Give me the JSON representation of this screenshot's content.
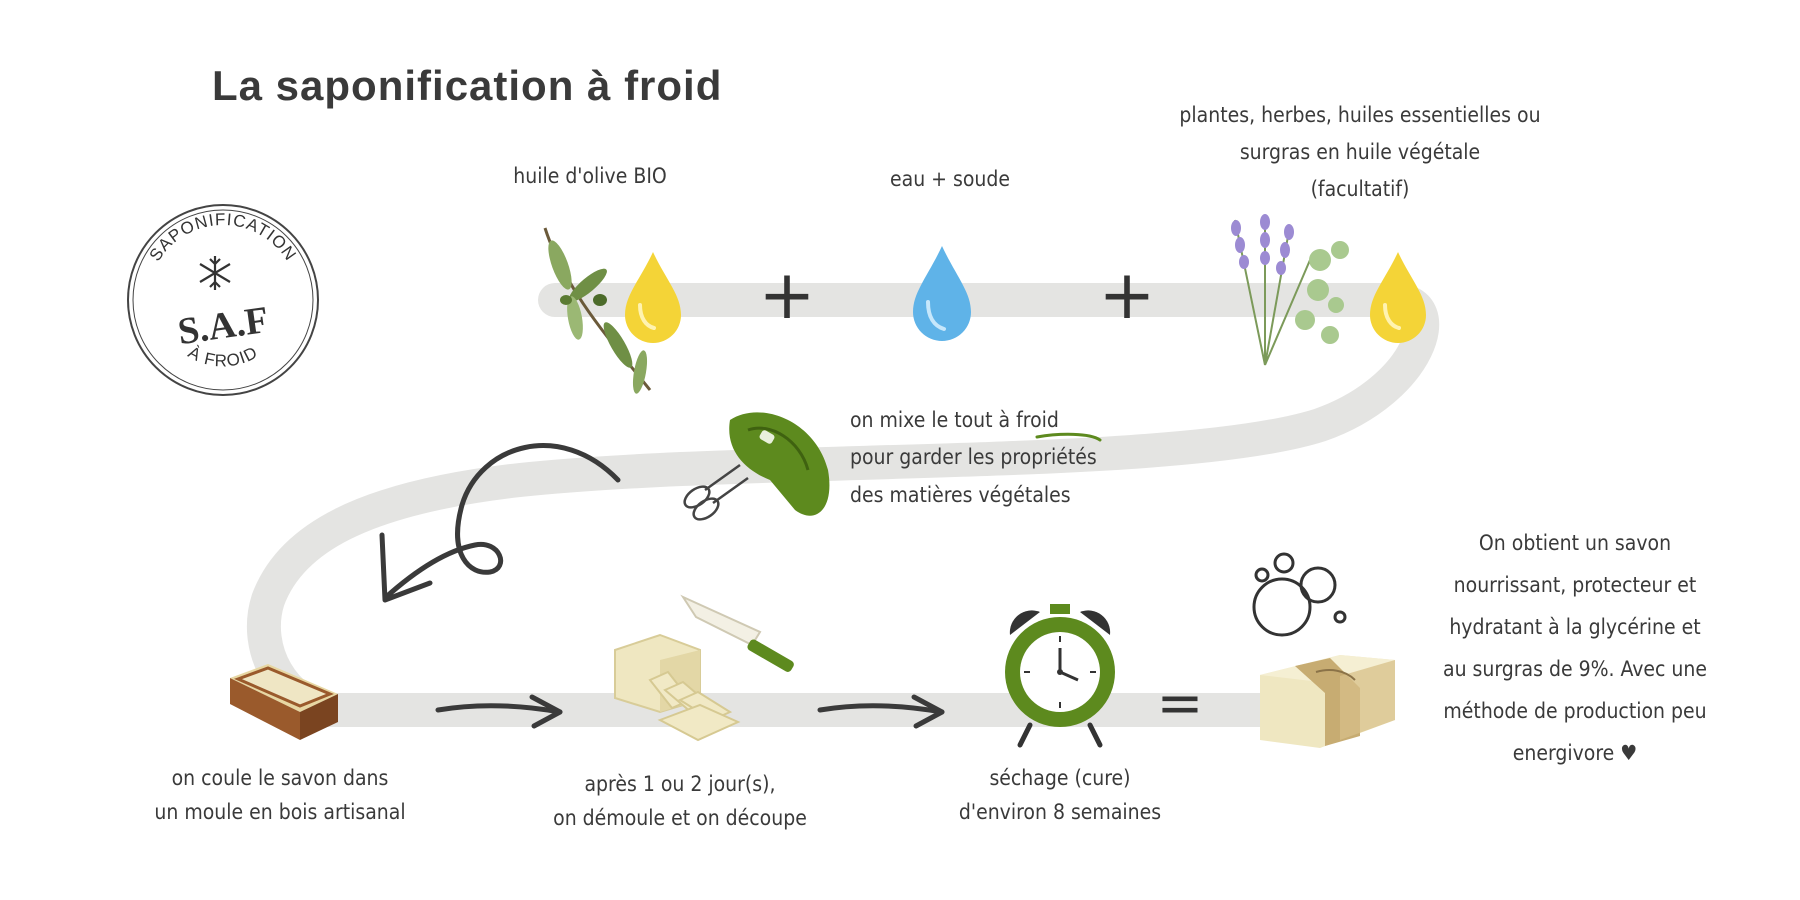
{
  "title": "La saponification à froid",
  "stamp": {
    "arc_top": "SAPONIFICATION",
    "center": "S.A.F",
    "arc_bottom": "À FROID"
  },
  "ingredients": {
    "olive_label": "huile d'olive BIO",
    "water_label": "eau + soude",
    "plants_lines": [
      "plantes, herbes, huiles essentielles ou",
      "surgras en huile végétale",
      "(facultatif)"
    ],
    "plus": "+"
  },
  "mix_step": {
    "lines": [
      "on mixe le tout à froid",
      "pour garder les propriétés",
      "des matières végétales"
    ],
    "emphasis_word": "froid"
  },
  "steps": {
    "mould_lines": [
      "on coule le savon dans",
      "un moule en bois artisanal"
    ],
    "cut_lines": [
      "après 1 ou 2 jour(s),",
      "on démoule et on découpe"
    ],
    "cure_lines": [
      "séchage (cure)",
      "d'environ 8 semaines"
    ],
    "equals": "="
  },
  "result": {
    "lines": [
      "On obtient un savon",
      "nourrissant, protecteur et",
      "hydratant à la glycérine et",
      "au surgras de 9%. Avec une",
      "méthode de production peu",
      "energivore ♥"
    ]
  },
  "colors": {
    "path": "#e4e4e2",
    "green": "#5d8a1e",
    "oil_yellow": "#f4d437",
    "water_blue": "#5fb3e8",
    "wood": "#9a5a2c",
    "soap": "#efe7c1",
    "ink": "#3a3a3a"
  }
}
